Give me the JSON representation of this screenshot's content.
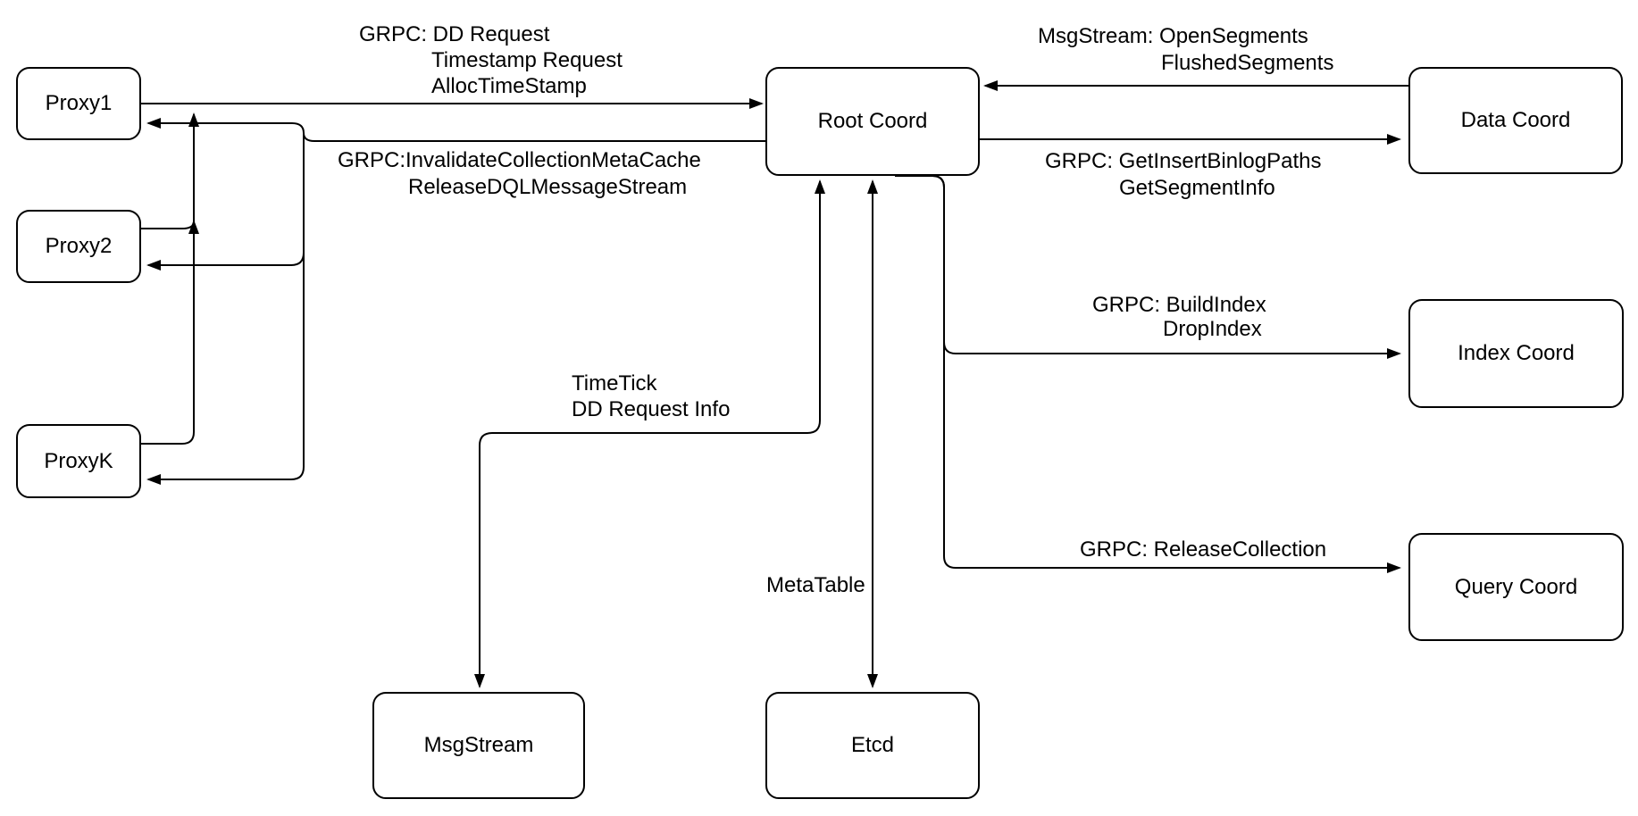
{
  "colors": {
    "stroke": "#000000",
    "node_fill": "#ffffff",
    "text": "#000000",
    "background": "#ffffff"
  },
  "nodes": {
    "proxy1": {
      "label": "Proxy1"
    },
    "proxy2": {
      "label": "Proxy2"
    },
    "proxyk": {
      "label": "ProxyK"
    },
    "root_coord": {
      "label": "Root Coord"
    },
    "data_coord": {
      "label": "Data Coord"
    },
    "index_coord": {
      "label": "Index Coord"
    },
    "query_coord": {
      "label": "Query Coord"
    },
    "msgstream": {
      "label": "MsgStream"
    },
    "etcd": {
      "label": "Etcd"
    }
  },
  "edge_labels": {
    "proxy_to_root": {
      "lines": [
        "GRPC: DD Request",
        "Timestamp Request",
        "AllocTimeStamp"
      ]
    },
    "root_to_proxy": {
      "lines": [
        "GRPC:InvalidateCollectionMetaCache",
        "ReleaseDQLMessageStream"
      ]
    },
    "data_to_root": {
      "lines": [
        "MsgStream: OpenSegments",
        "FlushedSegments"
      ]
    },
    "root_to_data": {
      "lines": [
        "GRPC: GetInsertBinlogPaths",
        "GetSegmentInfo"
      ]
    },
    "root_to_index": {
      "lines": [
        "GRPC: BuildIndex",
        "DropIndex"
      ]
    },
    "root_to_query": {
      "lines": [
        "GRPC: ReleaseCollection"
      ]
    },
    "root_to_msgstream": {
      "lines": [
        "TimeTick",
        "DD Request Info"
      ]
    },
    "root_to_etcd": {
      "lines": [
        "MetaTable"
      ]
    }
  }
}
